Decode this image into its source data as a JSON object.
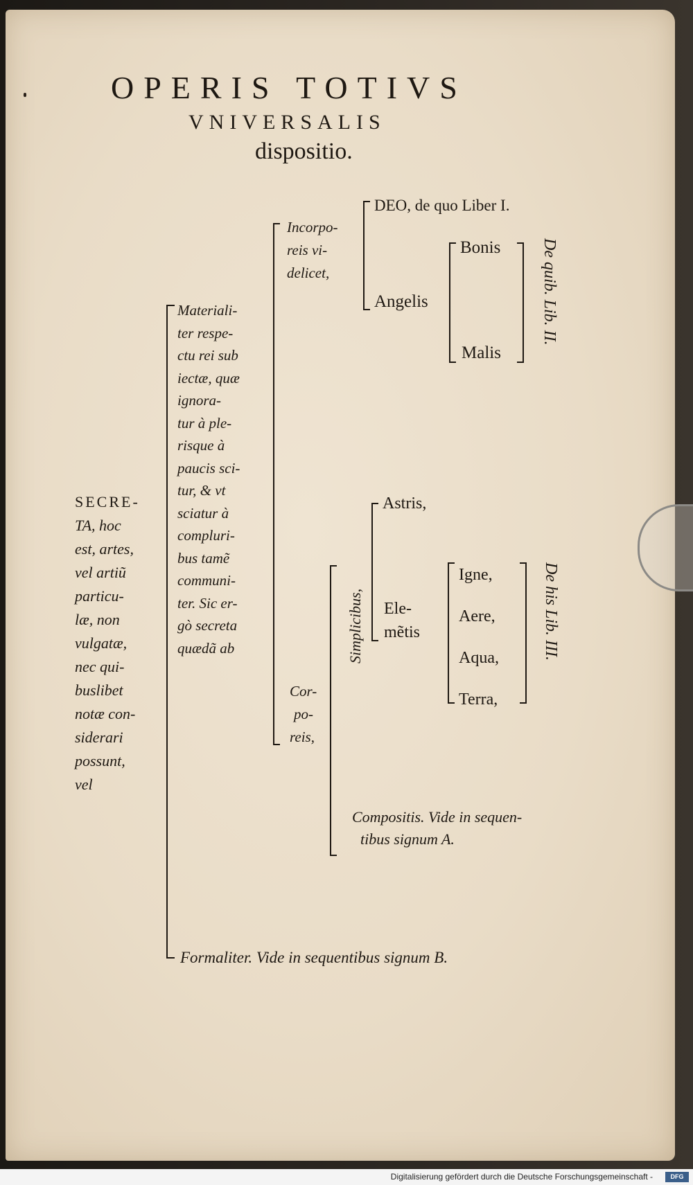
{
  "title": {
    "line1": "OPERIS TOTIVS",
    "line2": "VNIVERSALIS",
    "line3": "dispositio."
  },
  "root": {
    "lines": [
      "SECRE-",
      "TA, hoc",
      "est, artes,",
      "vel artiũ",
      "particu-",
      "læ, non",
      "vulgatæ,",
      "nec qui-",
      "buslibet",
      "notæ con-",
      "siderari",
      "possunt,",
      "vel"
    ]
  },
  "materialiter": {
    "lines": [
      "Materiali-",
      "ter respe-",
      "ctu rei sub",
      "iectæ, quæ",
      "ignora-",
      "tur à ple-",
      "risque à",
      "paucis sci-",
      "tur, & vt",
      "sciatur à",
      "compluri-",
      "bus tamẽ",
      "communi-",
      "ter. Sic er-",
      "gò secreta",
      "quædã ab"
    ]
  },
  "incorporeis": {
    "lines": [
      "Incorpo-",
      "reis vi-",
      "delicet,"
    ]
  },
  "deo": "DEO, de quo Liber I.",
  "angelis": "Angelis",
  "bonis": "Bonis",
  "malis": "Malis",
  "de_quib": "De quib. Lib. II.",
  "corporeis": {
    "lines": [
      "Cor-",
      "po-",
      "reis,"
    ]
  },
  "simplicibus": "Simplicibus,",
  "astris": "Astris,",
  "elementis": {
    "lines": [
      "Ele-",
      "mẽtis"
    ]
  },
  "elements": [
    "Igne,",
    "Aere,",
    "Aqua,",
    "Terra,"
  ],
  "de_his": "De his Lib. III.",
  "compositis": {
    "lines": [
      "Compositis. Vide in sequen-",
      "tibus signum A."
    ]
  },
  "formaliter": "Formaliter. Vide in sequentibus signum B.",
  "footer": {
    "text": "Digitalisierung gefördert durch die Deutsche Forschungsgemeinschaft -",
    "logo": "DFG"
  }
}
